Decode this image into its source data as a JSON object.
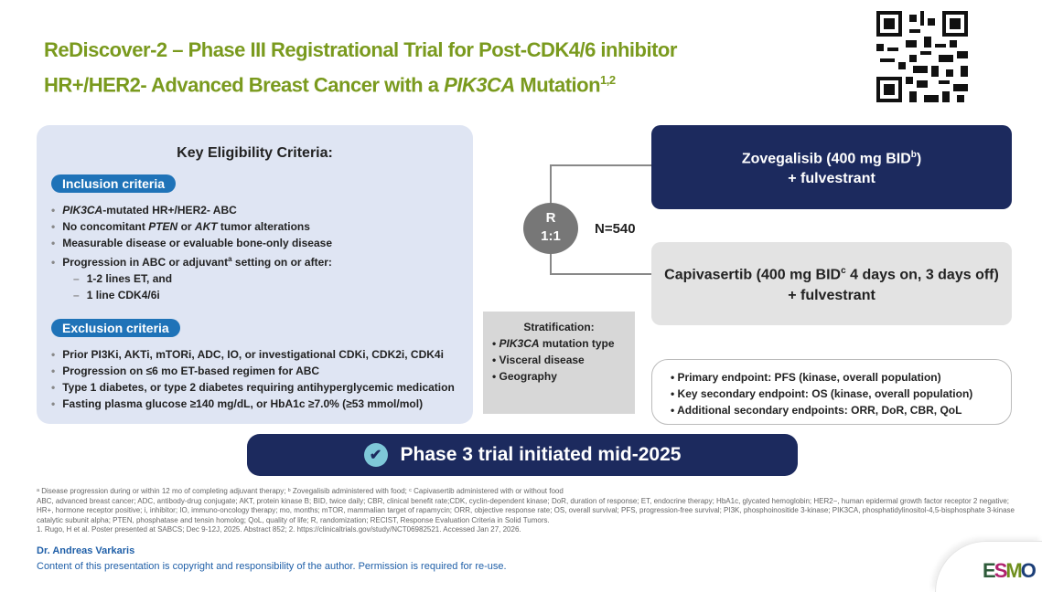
{
  "title": {
    "line1": "ReDiscover-2 – Phase III Registrational Trial for Post-CDK4/6 inhibitor",
    "line2_pre": "HR+/HER2- Advanced Breast Cancer with a ",
    "line2_italic": "PIK3CA",
    "line2_post": " Mutation",
    "sup": "1,2"
  },
  "eligibility": {
    "heading": "Key Eligibility Criteria:",
    "inclusion_label": "Inclusion criteria",
    "inclusion": [
      {
        "italic": "PIK3CA",
        "text": "-mutated HR+/HER2- ABC"
      },
      {
        "pre": "No concomitant ",
        "italic": "PTEN",
        "mid": " or ",
        "italic2": "AKT",
        "text": " tumor alterations"
      },
      {
        "text": "Measurable disease or evaluable bone-only disease"
      },
      {
        "text": "Progression in ABC or adjuvant",
        "sup": "a",
        "post": " setting on or after:"
      }
    ],
    "inclusion_sub": [
      "1-2 lines ET, and",
      "1 line CDK4/6i"
    ],
    "exclusion_label": "Exclusion criteria",
    "exclusion": [
      "Prior PI3Ki, AKTi, mTORi, ADC, IO, or investigational CDKi, CDK2i, CDK4i",
      "Progression on ≤6 mo ET-based regimen for ABC",
      "Type 1 diabetes, or type 2 diabetes requiring antihyperglycemic medication",
      "Fasting plasma glucose ≥140 mg/dL, or HbA1c ≥7.0% (≥53 mmol/mol)"
    ]
  },
  "randomization": {
    "label1": "R",
    "label2": "1:1",
    "n": "N=540"
  },
  "arms": [
    {
      "l1": "Zovegalisib (400 mg BID",
      "sup": "b",
      "l1post": ")",
      "l2": "+ fulvestrant"
    },
    {
      "l1": "Capivasertib (400 mg BID",
      "sup": "c",
      "l1post": " 4 days on, 3 days off)",
      "l2": "+ fulvestrant"
    }
  ],
  "stratification": {
    "heading": "Stratification:",
    "items": [
      " mutation type",
      "Visceral disease",
      "Geography"
    ],
    "italic": "PIK3CA"
  },
  "endpoints": [
    "Primary endpoint: PFS (kinase, overall population)",
    "Key secondary endpoint: OS (kinase, overall population)",
    "Additional secondary endpoints: ORR, DoR, CBR, QoL"
  ],
  "banner": "Phase 3 trial initiated mid-2025",
  "footnotes": [
    "ᵃ Disease progression during or within 12 mo of completing adjuvant therapy; ᵇ Zovegalisib administered with food; ᶜ Capivasertib administered with or without food",
    "ABC, advanced breast cancer; ADC, antibody-drug conjugate; AKT, protein kinase B; BID, twice daily; CBR, clinical benefit rate;CDK, cyclin-dependent kinase; DoR, duration of response; ET, endocrine therapy; HbA1c, glycated hemoglobin; HER2−, human epidermal growth factor receptor 2 negative; HR+, hormone receptor positive; i, inhibitor; IO, immuno-oncology therapy; mo, months; mTOR, mammalian target of rapamycin; ORR, objective response rate; OS, overall survival; PFS, progression-free survival; PI3K, phosphoinositide 3-kinase; PIK3CA, phosphatidylinositol-4,5-bisphosphate 3-kinase catalytic subunit alpha; PTEN, phosphatase and tensin homolog; QoL, quality of life; R, randomization; RECIST, Response Evaluation Criteria in Solid Tumors.",
    "1. Rugo, H et al. Poster presented at SABCS; Dec 9-12J, 2025. Abstract 852; 2. https://clinicaltrials.gov/study/NCT06982521. Accessed Jan 27, 2026."
  ],
  "author": "Dr. Andreas Varkaris",
  "copyright": "Content of this presentation is copyright and responsibility of the author. Permission is required for re-use.",
  "logo": {
    "letters": [
      "E",
      "S",
      "M",
      "O"
    ],
    "colors": [
      "#2e5b3a",
      "#b0226e",
      "#6f8f1e",
      "#1c3f78"
    ]
  }
}
